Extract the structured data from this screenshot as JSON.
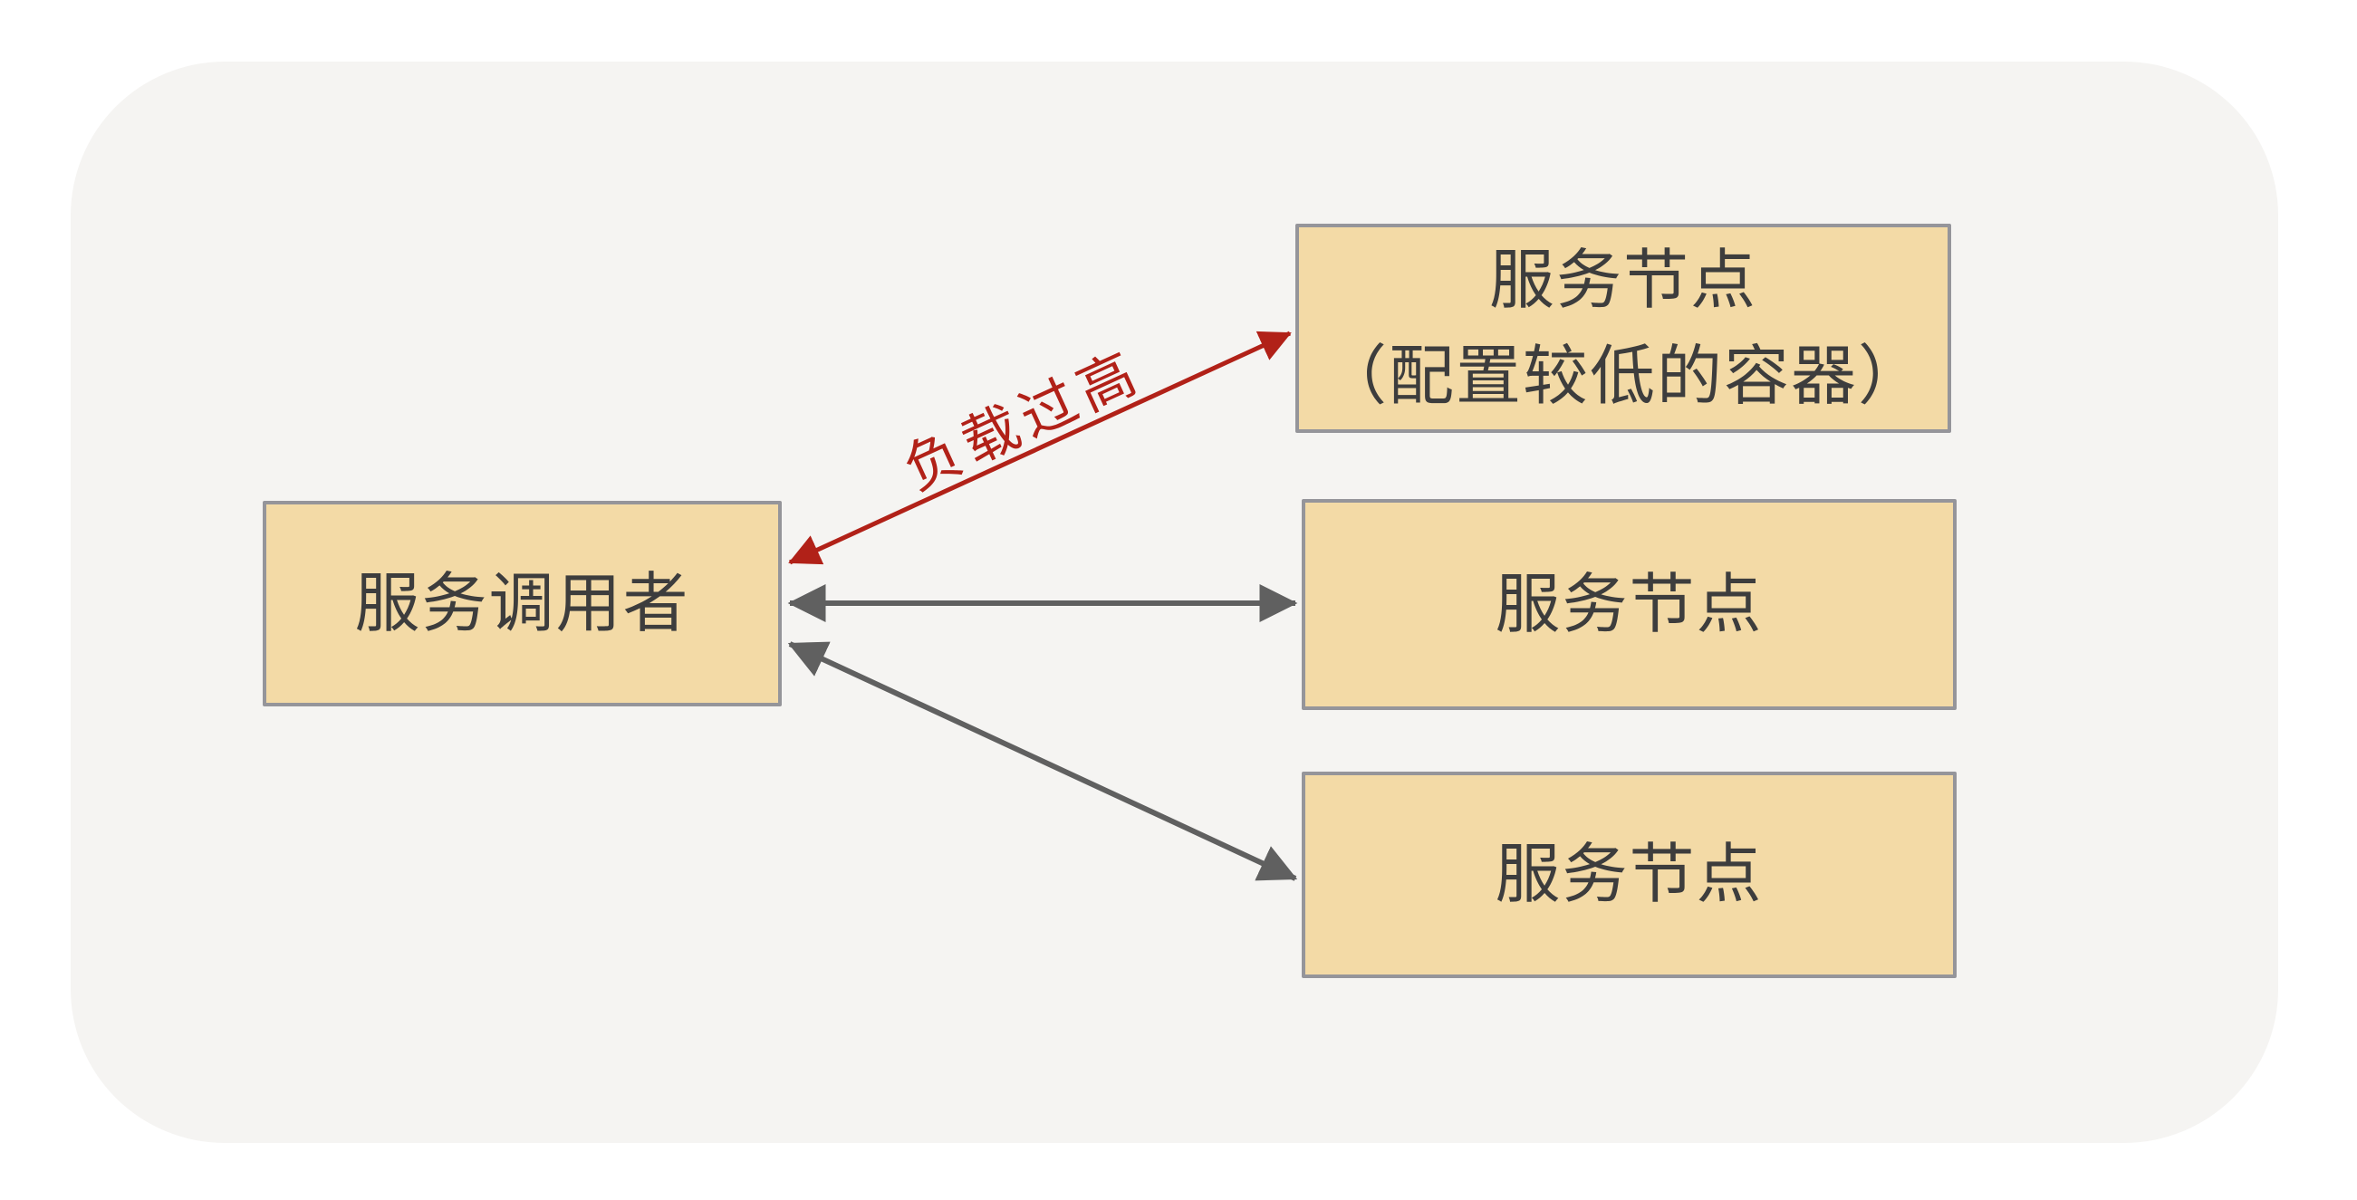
{
  "colors": {
    "page_bg": "#ffffff",
    "panel_bg": "#f5f4f2",
    "box_fill": "#f3daa6",
    "box_border": "#95959a",
    "text": "#3d3d3d",
    "arrow_gray": "#606060",
    "arrow_red": "#b12118"
  },
  "caller": {
    "label": "服务调用者"
  },
  "nodes": {
    "low_config": {
      "line1": "服务节点",
      "line2": "（配置较低的容器）"
    },
    "node2": {
      "label": "服务节点"
    },
    "node3": {
      "label": "服务节点"
    }
  },
  "edges": {
    "overload": {
      "label": "负载过高"
    }
  }
}
